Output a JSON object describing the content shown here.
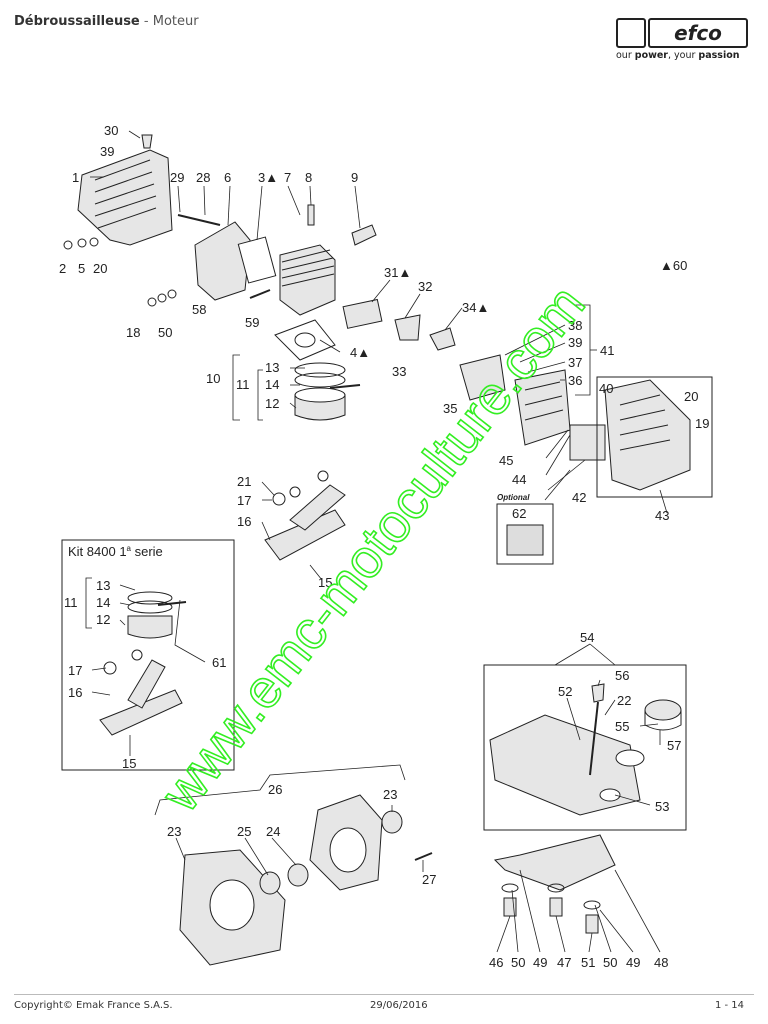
{
  "header": {
    "title": "Débroussailleuse",
    "separator": " - ",
    "subtitle": "Moteur"
  },
  "brand": {
    "name": "efco",
    "tagline_prefix": "our ",
    "tagline_bold": "power",
    "tagline_suffix": ", your ",
    "tagline_bold2": "passion"
  },
  "watermark": "www.emc-motoculture.com",
  "kit_box_title": "Kit 8400  1",
  "kit_box_sup": "a",
  "kit_box_suffix": " serie",
  "optional_label": "Optional",
  "callouts": {
    "c1": "1",
    "c2": "2",
    "c3": "3▲",
    "c4": "4▲",
    "c5": "5",
    "c6": "6",
    "c7": "7",
    "c8": "8",
    "c9": "9",
    "c10": "10",
    "c11": "11",
    "c12": "12",
    "c13": "13",
    "c14": "14",
    "c15": "15",
    "c16": "16",
    "c17": "17",
    "c18": "18",
    "c19": "19",
    "c20": "20",
    "c21": "21",
    "c22": "22",
    "c23": "23",
    "c24": "24",
    "c25": "25",
    "c26": "26",
    "c27": "27",
    "c28": "28",
    "c29": "29",
    "c30": "30",
    "c31": "31▲",
    "c32": "32",
    "c33": "33",
    "c34": "34▲",
    "c35": "35",
    "c36": "36",
    "c37": "37",
    "c38": "38",
    "c39": "39",
    "c40": "40",
    "c41": "41",
    "c42": "42",
    "c43": "43",
    "c44": "44",
    "c45": "45",
    "c46": "46",
    "c47": "47",
    "c48": "48",
    "c49": "49",
    "c50": "50",
    "c51": "51",
    "c52": "52",
    "c53": "53",
    "c54": "54",
    "c55": "55",
    "c56": "56",
    "c57": "57",
    "c58": "58",
    "c59": "59",
    "c60": "▲60",
    "c61": "61",
    "c62": "62"
  },
  "footer": {
    "copyright": "Copyright© Emak France S.A.S.",
    "date": "29/06/2016",
    "page": "1 - 14"
  },
  "colors": {
    "watermark": "#33ee22",
    "line": "#222222",
    "part_fill": "#e6e6e6"
  }
}
